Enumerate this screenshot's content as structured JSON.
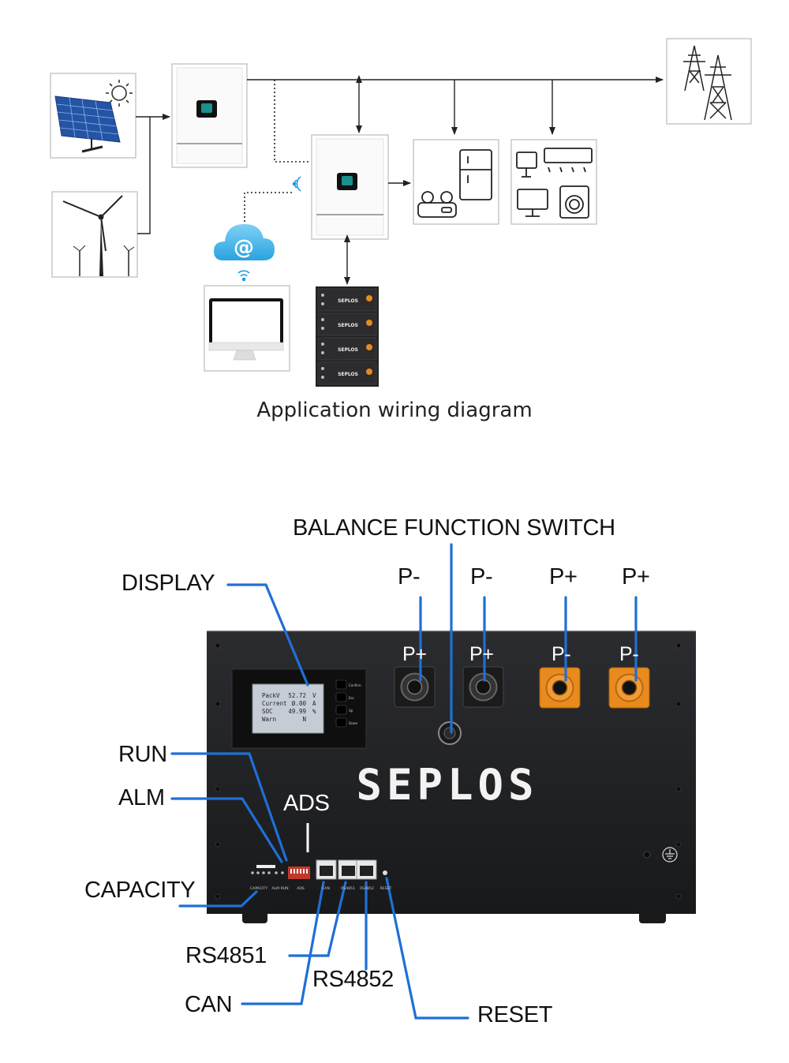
{
  "top": {
    "caption": "Application wiring diagram",
    "battery_brand": "SEPLOS"
  },
  "bottom": {
    "labels": {
      "balance_switch": "BALANCE FUNCTION SWITCH",
      "display": "DISPLAY",
      "run": "RUN",
      "alm": "ALM",
      "ads": "ADS",
      "capacity": "CAPACITY",
      "rs4851": "RS4851",
      "rs4852": "RS4852",
      "can": "CAN",
      "reset": "RESET",
      "terminals_top": [
        "P-",
        "P-",
        "P+",
        "P+"
      ],
      "terminals_panel": [
        "P+",
        "P+",
        "P-",
        "P-"
      ]
    },
    "brand": "SEPLOS",
    "lcd": {
      "rows": [
        {
          "k": "PackV",
          "v": "52.72",
          "u": "V"
        },
        {
          "k": "Current :",
          "v": "0.00",
          "u": "A"
        },
        {
          "k": "SOC",
          "v": "49.99",
          "u": "%"
        },
        {
          "k": "Warn",
          "v": "N",
          "u": ""
        }
      ],
      "buttons": [
        "Confirm",
        "Esc",
        "Up",
        "Down"
      ]
    },
    "port_labels": [
      "CAPACITY",
      "ALM RUN",
      "ADS",
      "CAN",
      "RS4851",
      "RS4852",
      "RESET"
    ],
    "colors": {
      "leader": "#1f6fd6",
      "panel": "#202124",
      "orange_terminal": "#e98a1e",
      "black_terminal": "#2a2a2a"
    }
  }
}
